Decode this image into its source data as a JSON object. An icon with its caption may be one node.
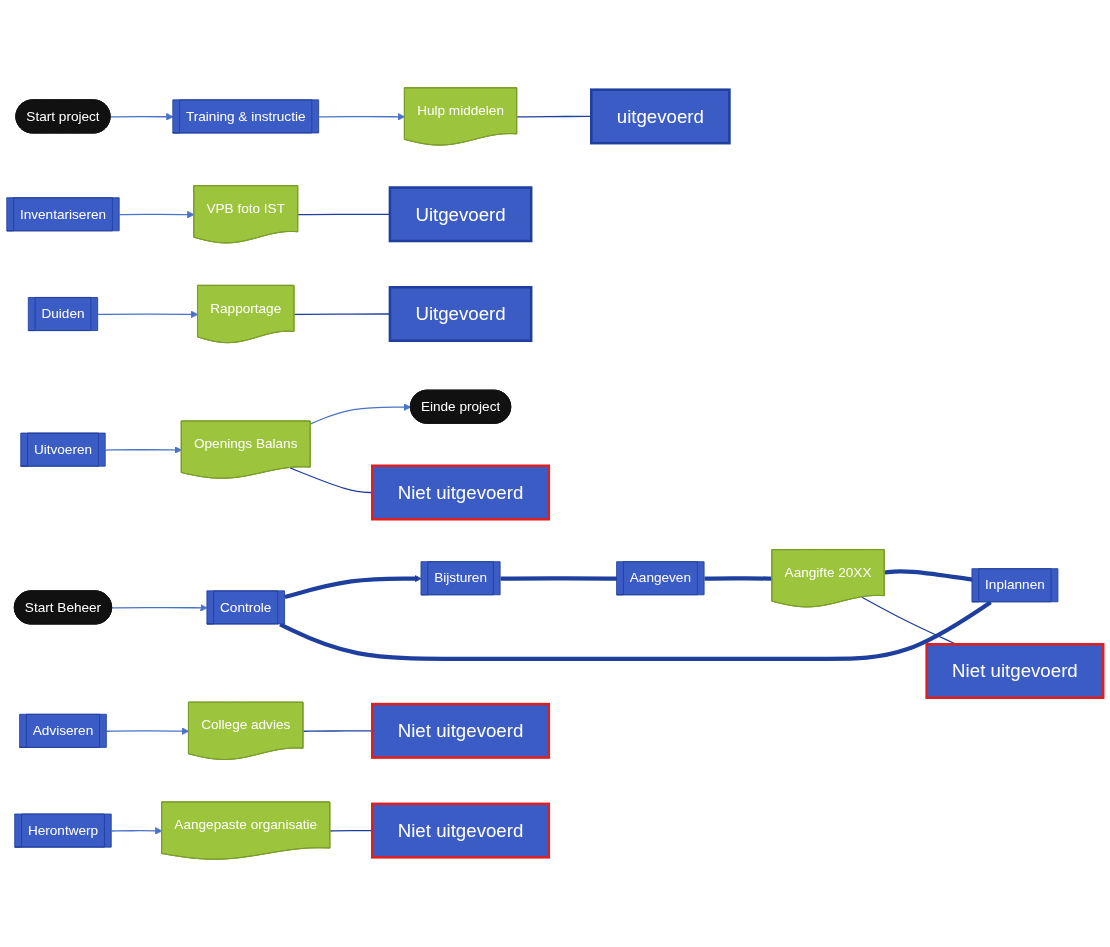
{
  "diagram": {
    "nodes": [
      {
        "text": [
          "Start project"
        ]
      },
      {
        "text": [
          "Training & instructie"
        ]
      },
      {
        "text": [
          "Hulp middelen"
        ]
      },
      {
        "text": [
          "Inventariseren"
        ]
      },
      {
        "text": [
          "VPB foto IST"
        ]
      },
      {
        "text": [
          "Duiden"
        ]
      },
      {
        "text": [
          "Rapportage"
        ]
      },
      {
        "text": [
          "Adviseren"
        ]
      },
      {
        "text": [
          "College advies"
        ]
      },
      {
        "text": [
          "Herontwerp"
        ]
      },
      {
        "text": [
          "Aangepaste organisatie"
        ]
      },
      {
        "text": [
          "Uitvoeren"
        ]
      },
      {
        "text": [
          "Openings Balans"
        ]
      },
      {
        "text": [
          "Einde project"
        ]
      },
      {
        "text": [
          "Start Beheer"
        ]
      },
      {
        "text": [
          "Controle"
        ]
      },
      {
        "text": [
          "Bijsturen"
        ]
      },
      {
        "text": [
          "Inplannen"
        ]
      },
      {
        "text": [
          "Aangeven"
        ]
      },
      {
        "text": [
          "Aangifte 20XX"
        ]
      },
      {
        "text": [
          "uitgevoerd"
        ]
      },
      {
        "text": [
          "Uitgevoerd"
        ]
      },
      {
        "text": [
          "Uitgevoerd"
        ]
      },
      {
        "text": [
          "Niet uitgevoerd"
        ]
      },
      {
        "text": [
          "Niet uitgevoerd"
        ]
      },
      {
        "text": [
          "Niet uitgevoerd"
        ]
      },
      {
        "text": [
          "Niet uitgevoerd"
        ]
      }
    ],
    "edges": [
      {
        "from": 0,
        "to": 1,
        "arrow": "to"
      },
      {
        "from": 1,
        "to": 2,
        "arrow": "to"
      },
      {
        "from": 3,
        "to": 4,
        "arrow": "to"
      },
      {
        "from": 5,
        "to": 6,
        "arrow": "to"
      },
      {
        "from": 7,
        "to": 8,
        "arrow": "to"
      },
      {
        "from": 9,
        "to": 10,
        "arrow": "to"
      },
      {
        "from": 11,
        "to": 12,
        "arrow": "to"
      },
      {
        "from": 12,
        "to": 13,
        "arrow": "to"
      },
      {
        "from": 14,
        "to": 15,
        "arrow": "to"
      },
      {
        "from": 15,
        "to": 16,
        "arrow": "to",
        "style": "thick",
        "color": "#1f3f9e"
      },
      {
        "from": 16,
        "to": 18,
        "arrow": "none",
        "style": "thick",
        "color": "#1f3f9e"
      },
      {
        "from": 18,
        "to": 19,
        "arrow": "none",
        "style": "thick",
        "color": "#1f3f9e"
      },
      {
        "from": 19,
        "to": 17,
        "arrow": "none",
        "style": "thick",
        "color": "#1f3f9e"
      },
      {
        "from": 17,
        "to": 15,
        "arrow": "none",
        "style": "thick",
        "color": "#1f3f9e"
      },
      {
        "from": 2,
        "to": 20,
        "arrow": "none",
        "color": "#1f3f9e"
      },
      {
        "from": 4,
        "to": 21,
        "arrow": "none",
        "color": "#1f3f9e"
      },
      {
        "from": 6,
        "to": 22,
        "arrow": "none",
        "color": "#1f3f9e"
      },
      {
        "from": 8,
        "to": 23,
        "arrow": "none",
        "color": "#1f3f9e"
      },
      {
        "from": 10,
        "to": 24,
        "arrow": "none",
        "color": "#1f3f9e"
      },
      {
        "from": 12,
        "to": 25,
        "arrow": "none",
        "color": "#1f3f9e"
      },
      {
        "from": 19,
        "to": 26,
        "arrow": "none",
        "color": "#1f3f9e"
      }
    ]
  }
}
